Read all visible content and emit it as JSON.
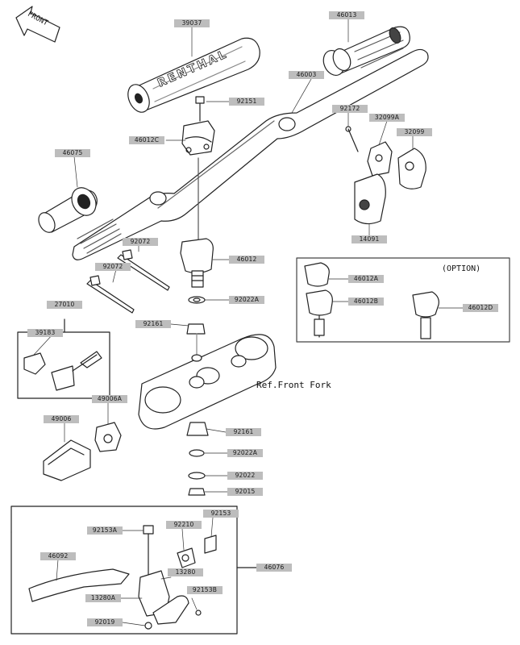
{
  "front_label": "FRONT",
  "option_label": "(OPTION)",
  "ref_label": "Ref.Front Fork",
  "parts": {
    "p39037": "39037",
    "p46013": "46013",
    "p46003": "46003",
    "p92151": "92151",
    "p46012C": "46012C",
    "p46075_grip": "46075",
    "p92172": "92172",
    "p32099A": "32099A",
    "p32099": "32099",
    "p14091": "14091",
    "p92072_a": "92072",
    "p92072_b": "92072",
    "p46012": "46012",
    "p92022A": "92022A",
    "p46012A": "46012A",
    "p46012B": "46012B",
    "p46012D": "46012D",
    "p27010": "27010",
    "p39183": "39183",
    "p92161_top": "92161",
    "p49006A": "49006A",
    "p49006": "49006",
    "p92161_bot": "92161",
    "p92022A_bot": "92022A",
    "p92022": "92022",
    "p92015": "92015",
    "p92153": "92153",
    "p92153A": "92153A",
    "p92210": "92210",
    "p46092": "46092",
    "p13280": "13280",
    "p46076": "46076",
    "p13280A": "13280A",
    "p92153B": "92153B",
    "p92019": "92019"
  }
}
